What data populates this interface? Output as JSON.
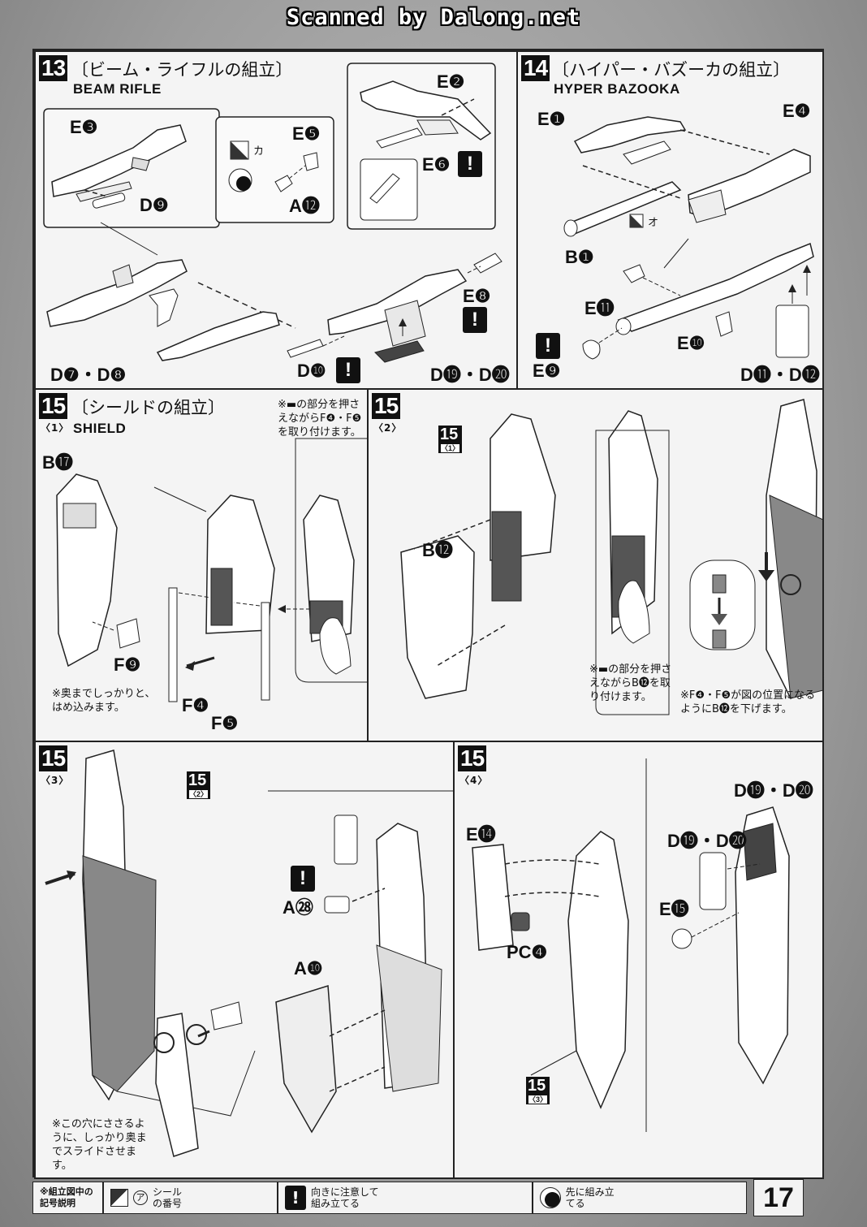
{
  "header": {
    "scanned_by": "Scanned by Dalong.net"
  },
  "steps": {
    "s13": {
      "number": "13",
      "title_jp": "〔ビーム・ライフルの組立〕",
      "title_en": "BEAM RIFLE",
      "labels": [
        "E❸",
        "D❾",
        "E❺",
        "A⓬",
        "E❷",
        "E❻",
        "D❼・D❽",
        "E❽",
        "D❿",
        "D⓳・D⓴"
      ],
      "sticker": "カ"
    },
    "s14": {
      "number": "14",
      "title_jp": "〔ハイパー・バズーカの組立〕",
      "title_en": "HYPER BAZOOKA",
      "labels": [
        "E❶",
        "E❹",
        "B❶",
        "E⓫",
        "E❿",
        "E❾",
        "D⓫・D⓬"
      ],
      "sticker": "オ"
    },
    "s15_1": {
      "number": "15",
      "sub": "〈1〉",
      "title_jp": "〔シールドの組立〕",
      "title_en": "SHIELD",
      "labels": [
        "B⓱",
        "F❾",
        "F❹",
        "F❺"
      ],
      "note_top": "※▬の部分を押さえながらF❹・F❺を取り付けます。",
      "note_bottom": "※奥までしっかりと、はめ込みます。"
    },
    "s15_2": {
      "number": "15",
      "sub": "〈2〉",
      "ref": "15",
      "ref_sub": "〈1〉",
      "labels": [
        "B⓬"
      ],
      "note_left": "※▬の部分を押さえながらB⓬を取り付けます。",
      "note_right": "※F❹・F❺が図の位置になるようにB⓬を下げます。"
    },
    "s15_3": {
      "number": "15",
      "sub": "〈3〉",
      "ref": "15",
      "ref_sub": "〈2〉",
      "labels": [
        "A㉘",
        "A❿"
      ],
      "note": "※この穴にささるように、しっかり奥までスライドさせます。"
    },
    "s15_4": {
      "number": "15",
      "sub": "〈4〉",
      "ref": "15",
      "ref_sub": "〈3〉",
      "labels": [
        "D⓳・D⓴",
        "D⓳・D⓴",
        "E⓮",
        "E⓯",
        "PC❹"
      ]
    }
  },
  "legend": {
    "heading": "※組立図中の記号説明",
    "items": [
      {
        "icon": "sticker-icon",
        "glyph": "ア",
        "text": "シールの番号"
      },
      {
        "icon": "warning-icon",
        "glyph": "!",
        "text": "向きに注意して組み立てる"
      },
      {
        "icon": "first-assemble-icon",
        "glyph": "",
        "text": "先に組み立てる"
      }
    ]
  },
  "page_number": "17"
}
